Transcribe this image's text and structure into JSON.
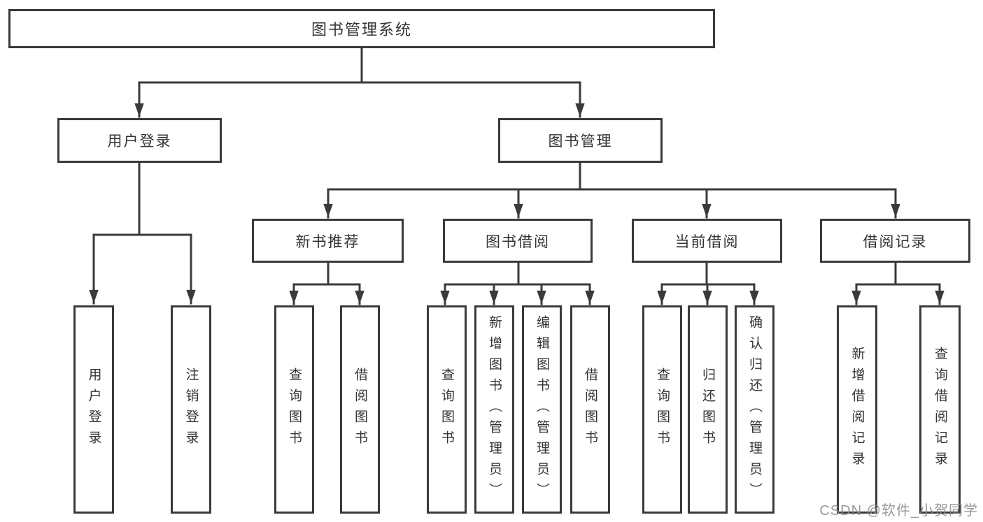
{
  "diagram": {
    "watermark": "CSDN @软件_小贺同学",
    "colors": {
      "line": "#3a3a3a",
      "text": "#333333",
      "box_background": "#ffffff",
      "watermark": "#878787"
    },
    "root": {
      "label": "图书管理系统",
      "children": [
        {
          "label": "用户登录",
          "children": [
            {
              "label": "用户登录"
            },
            {
              "label": "注销登录"
            }
          ]
        },
        {
          "label": "图书管理",
          "children": [
            {
              "label": "新书推荐",
              "children": [
                {
                  "label": "查询图书"
                },
                {
                  "label": "借阅图书"
                }
              ]
            },
            {
              "label": "图书借阅",
              "children": [
                {
                  "label": "查询图书"
                },
                {
                  "label": "新增图书（管理员）"
                },
                {
                  "label": "编辑图书（管理员）"
                },
                {
                  "label": "借阅图书"
                }
              ]
            },
            {
              "label": "当前借阅",
              "children": [
                {
                  "label": "查询图书"
                },
                {
                  "label": "归还图书"
                },
                {
                  "label": "确认归还（管理员）"
                }
              ]
            },
            {
              "label": "借阅记录",
              "children": [
                {
                  "label": "新增借阅记录"
                },
                {
                  "label": "查询借阅记录"
                }
              ]
            }
          ]
        }
      ]
    }
  }
}
